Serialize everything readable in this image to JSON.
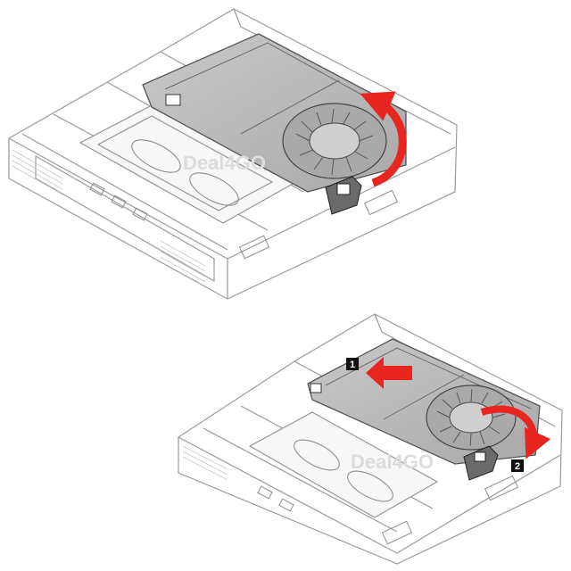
{
  "figure": {
    "background_color": "#ffffff",
    "line_color": "#9a9a9a",
    "fan_cover_color": "#b9b9b9",
    "arrow_color": "#e8261f",
    "watermark_color": "#dcdcdc"
  },
  "panels": [
    {
      "watermark": "Deal4GO",
      "arrows": [
        {
          "icon": "curved-lift-arrow-icon",
          "direction": "up"
        }
      ],
      "step_badges": []
    },
    {
      "watermark": "Deal4GO",
      "arrows": [
        {
          "icon": "slide-arrow-icon",
          "direction": "left"
        },
        {
          "icon": "curved-lower-arrow-icon",
          "direction": "down"
        }
      ],
      "step_badges": [
        {
          "label": "1"
        },
        {
          "label": "2"
        }
      ]
    }
  ]
}
